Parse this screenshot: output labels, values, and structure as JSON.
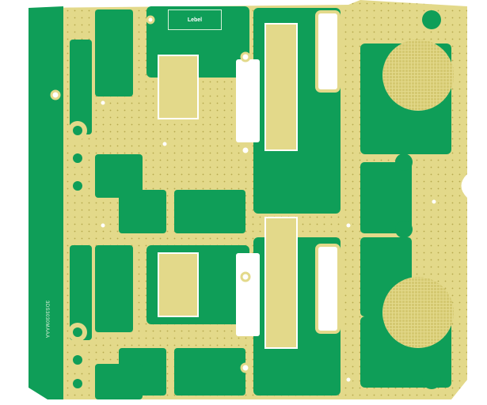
{
  "image": {
    "subject": "RF power amplifier printed circuit board (two identical channels)",
    "colors": {
      "substrate_gold": "#e3d98a",
      "soldermask_green": "#0f9e58",
      "background": "#ffffff",
      "silkscreen": "#ffffff"
    },
    "silkscreen_label": "Lebel",
    "serial_text": "3DS3030MAAA"
  }
}
